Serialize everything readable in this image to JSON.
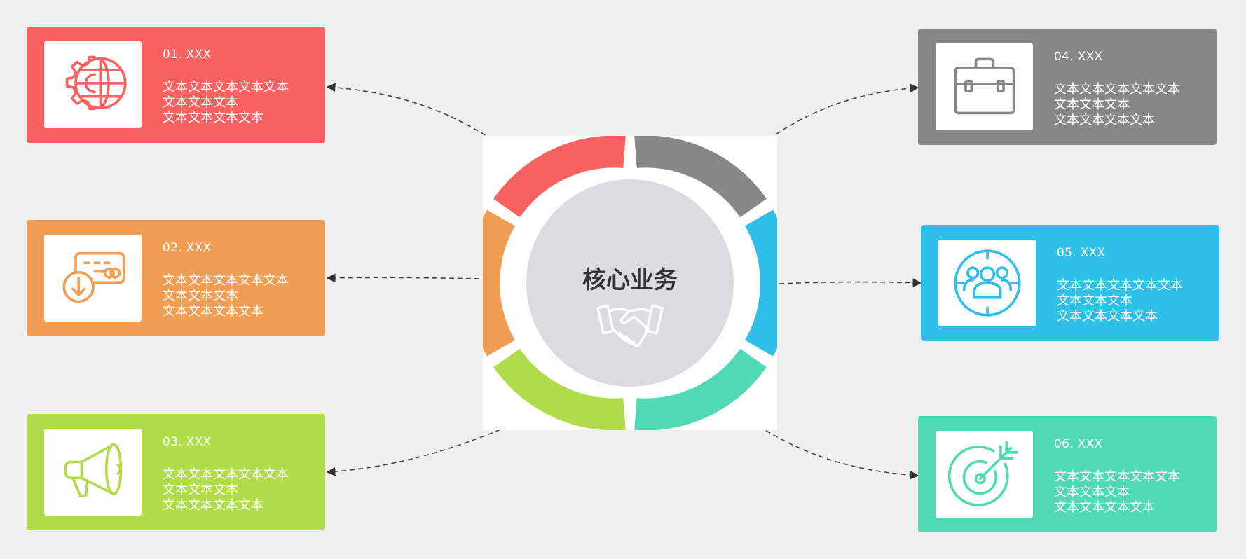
{
  "center": {
    "title": "核心业务",
    "icon": "handshake-icon",
    "background_color": "#dcdbe0"
  },
  "cards": [
    {
      "number": "01. XXX",
      "lines": [
        "文本文本文本文本文本",
        "文本文本文本",
        "文本文本文本文本"
      ],
      "color": "#fa6262",
      "icon": "gear-globe-icon"
    },
    {
      "number": "02. XXX",
      "lines": [
        "文本文本文本文本文本",
        "文本文本文本",
        "文本文本文本文本"
      ],
      "color": "#f09e54",
      "icon": "card-payment-download-icon"
    },
    {
      "number": "03. XXX",
      "lines": [
        "文本文本文本文本文本",
        "文本文本文本",
        "文本文本文本文本"
      ],
      "color": "#b1db4b",
      "icon": "megaphone-icon"
    },
    {
      "number": "04. XXX",
      "lines": [
        "文本文本文本文本文本",
        "文本文本文本",
        "文本文本文本文本"
      ],
      "color": "#878787",
      "icon": "briefcase-icon"
    },
    {
      "number": "05. XXX",
      "lines": [
        "文本文本文本文本文本",
        "文本文本文本",
        "文本文本文本文本"
      ],
      "color": "#30bfe9",
      "icon": "team-target-icon"
    },
    {
      "number": "06. XXX",
      "lines": [
        "文本文本文本文本文本",
        "文本文本文本",
        "文本文本文本文本"
      ],
      "color": "#51dab2",
      "icon": "dartboard-icon"
    }
  ]
}
